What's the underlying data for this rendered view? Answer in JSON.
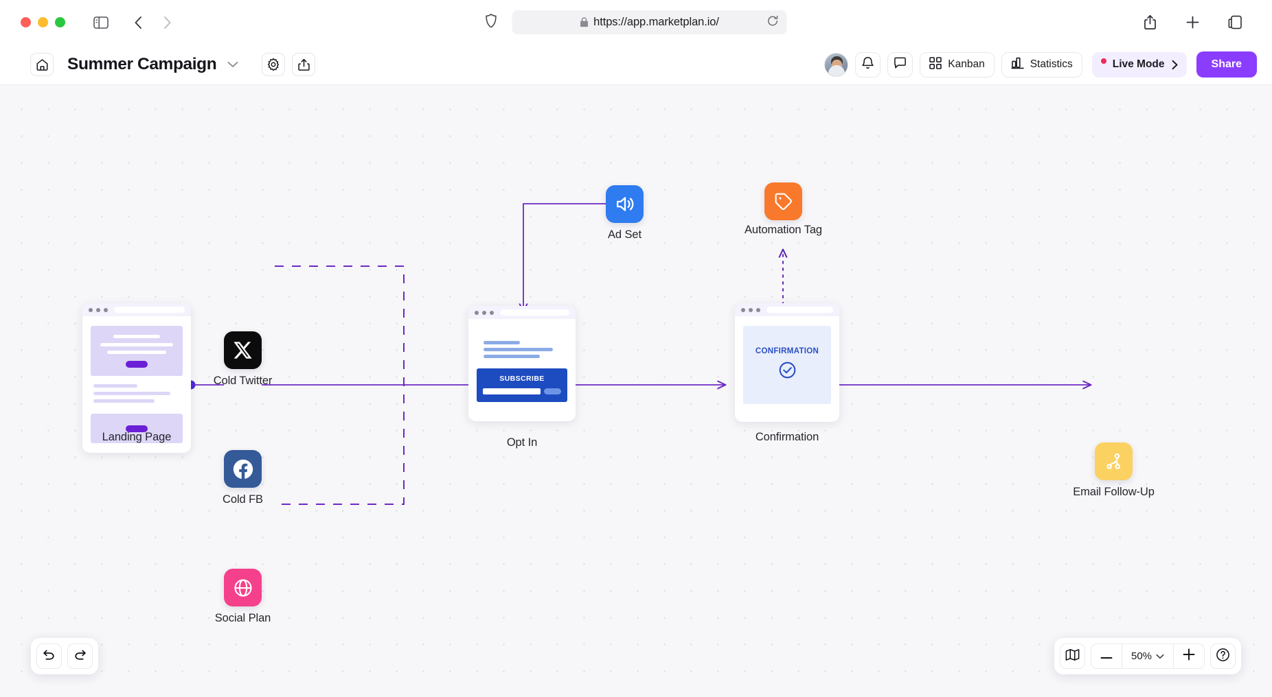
{
  "browser": {
    "url": "https://app.marketplan.io/",
    "lock_icon": "lock-icon",
    "shield_icon": "shield-icon",
    "reload_icon": "reload-icon",
    "sidebar_icon": "sidebar-toggle-icon",
    "back_icon": "back-arrow-icon",
    "forward_icon": "forward-arrow-icon",
    "share_icon": "share-icon",
    "new_tab_icon": "plus-icon",
    "tabs_icon": "tab-overview-icon"
  },
  "header": {
    "home_icon": "home-icon",
    "title": "Summer Campaign",
    "title_chevron": "chevron-down-icon",
    "settings_icon": "gear-icon",
    "export_icon": "upload-icon",
    "avatar": "user-avatar",
    "notifications_icon": "bell-icon",
    "comments_icon": "comment-icon",
    "kanban_label": "Kanban",
    "kanban_icon": "kanban-grid-icon",
    "statistics_label": "Statistics",
    "statistics_icon": "bar-chart-icon",
    "live_mode_label": "Live Mode",
    "live_mode_chevron": "chevron-right-icon",
    "share_label": "Share",
    "accent_purple": "#8b3dff",
    "live_dot_color": "#f0295c",
    "live_bg": "#f3eeff"
  },
  "canvas": {
    "edge_color": "#6d28c4",
    "background": "#f7f7f9",
    "nodes": [
      {
        "id": "landing-page",
        "label": "Landing Page",
        "type": "page-card",
        "color": "#ddd6f7"
      },
      {
        "id": "cold-twitter",
        "label": "Cold Twitter",
        "type": "icon",
        "icon": "x-twitter-icon",
        "color": "#0c0c0c"
      },
      {
        "id": "cold-fb",
        "label": "Cold FB",
        "type": "icon",
        "icon": "facebook-icon",
        "color": "#345a98"
      },
      {
        "id": "social-plan",
        "label": "Social Plan",
        "type": "icon",
        "icon": "globe-icon",
        "color": "#f5408b"
      },
      {
        "id": "ad-set",
        "label": "Ad Set",
        "type": "icon",
        "icon": "speaker-volume-icon",
        "color": "#2f7cf0"
      },
      {
        "id": "automation-tag",
        "label": "Automation Tag",
        "type": "icon",
        "icon": "tag-icon",
        "color": "#f8792b"
      },
      {
        "id": "opt-in",
        "label": "Opt In",
        "type": "page-card",
        "cta": "SUBSCRIBE",
        "color": "#1d4bc0"
      },
      {
        "id": "confirmation",
        "label": "Confirmation",
        "type": "page-card",
        "panel_text": "CONFIRMATION",
        "color": "#2a4fc6"
      },
      {
        "id": "email-follow-up",
        "label": "Email Follow-Up",
        "type": "icon",
        "icon": "branch-icon",
        "color": "#fbd161"
      }
    ]
  },
  "bottom_left_toolbar": {
    "undo_icon": "undo-icon",
    "redo_icon": "redo-icon"
  },
  "bottom_right_toolbar": {
    "map_icon": "minimap-icon",
    "zoom_out_icon": "minus-icon",
    "zoom_level": "50%",
    "zoom_chevron": "chevron-down-icon",
    "zoom_in_icon": "plus-icon",
    "help_icon": "help-circle-icon"
  }
}
